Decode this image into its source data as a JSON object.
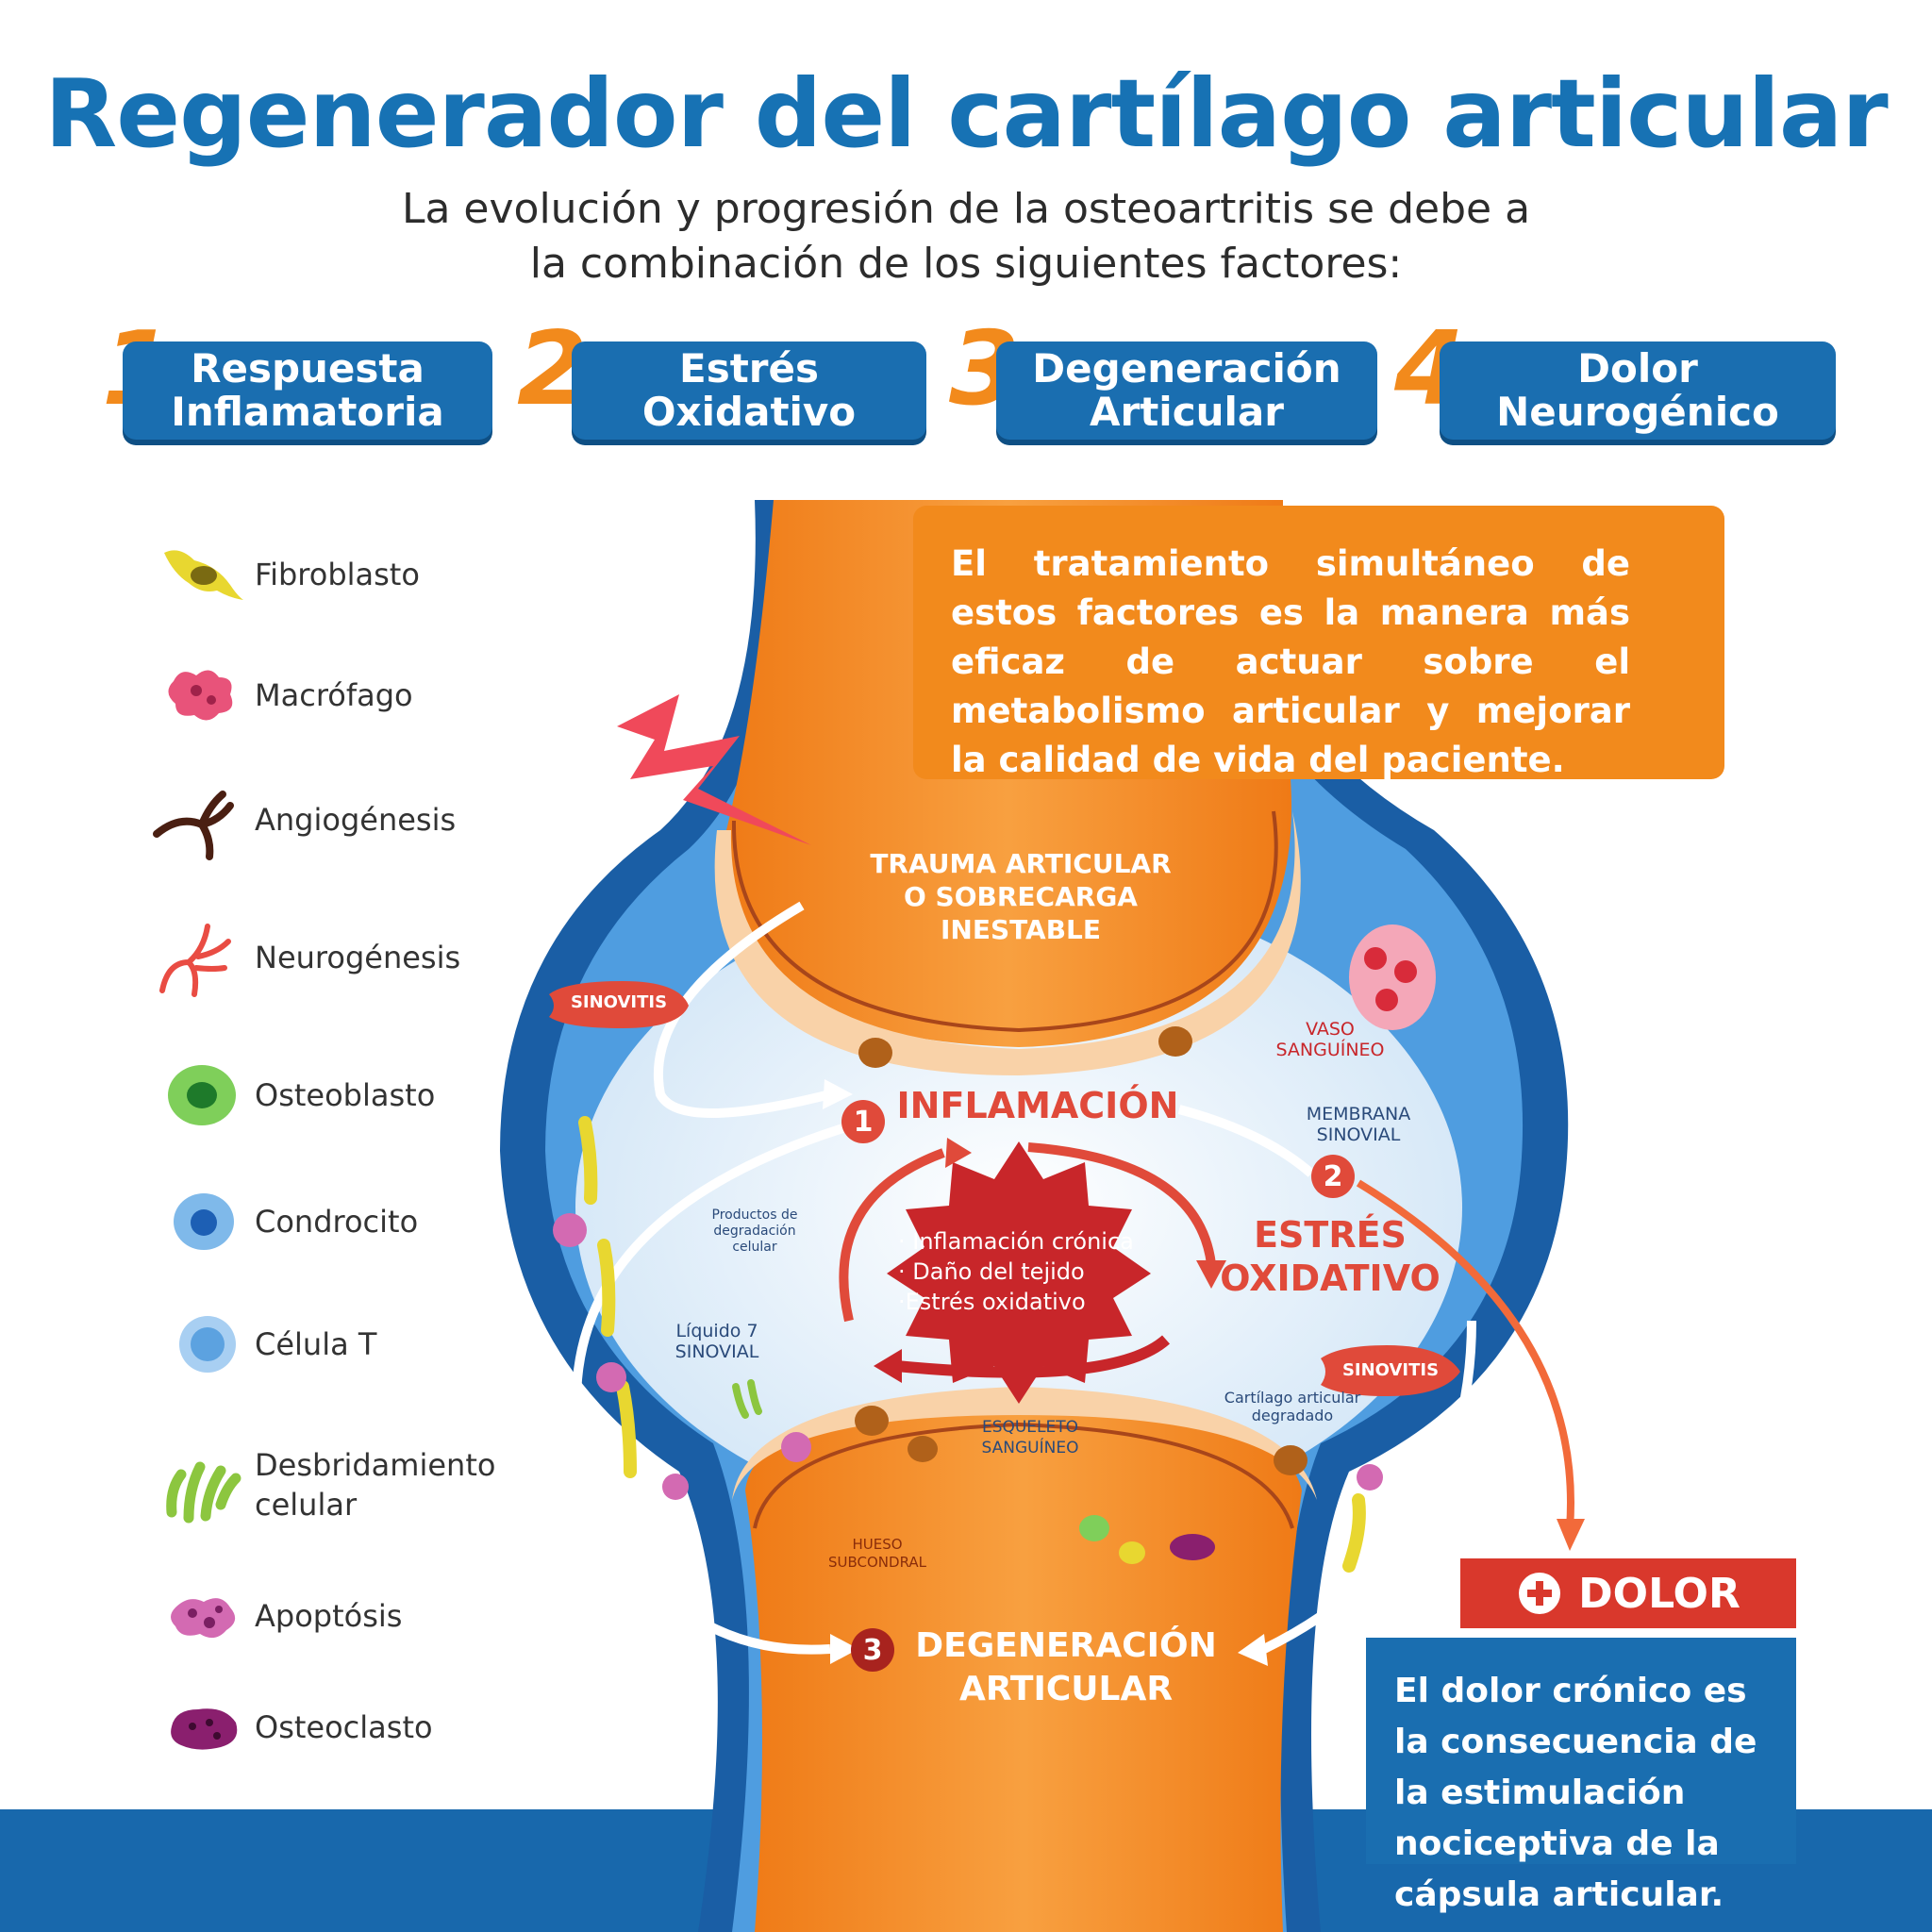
{
  "title": "Regenerador del cartílago articular",
  "subtitle": {
    "line1": "La evolución y progresión de la osteoartritis se debe a",
    "line2": "la combinación de los siguientes factores:"
  },
  "factors": [
    {
      "number": "1",
      "line1": "Respuesta",
      "line2": "Inflamatoria"
    },
    {
      "number": "2",
      "line1": "Estrés",
      "line2": "Oxidativo"
    },
    {
      "number": "3",
      "line1": "Degeneración",
      "line2": "Articular"
    },
    {
      "number": "4",
      "line1": "Dolor",
      "line2": "Neurogénico"
    }
  ],
  "legend": [
    {
      "label": "Fibroblasto",
      "icon": "fibroblast-icon",
      "color": "#e8d730"
    },
    {
      "label": "Macrófago",
      "icon": "macrophage-icon",
      "color": "#e8537a"
    },
    {
      "label": "Angiogénesis",
      "icon": "angiogenesis-icon",
      "color": "#4a1f12"
    },
    {
      "label": "Neurogénesis",
      "icon": "neurogenesis-icon",
      "color": "#e94c43"
    },
    {
      "label": "Osteoblasto",
      "icon": "osteoblast-icon",
      "color": "#3cae3c"
    },
    {
      "label": "Condrocito",
      "icon": "chondrocyte-icon",
      "color": "#2e86d8"
    },
    {
      "label": "Célula T",
      "icon": "t-cell-icon",
      "color": "#62a9e6"
    },
    {
      "label": "Desbridamiento",
      "label2": "celular",
      "icon": "debridement-icon",
      "color": "#8cc63f"
    },
    {
      "label": "Apoptósis",
      "icon": "apoptosis-icon",
      "color": "#c04a9a"
    },
    {
      "label": "Osteoclasto",
      "icon": "osteoclast-icon",
      "color": "#8a1f6e"
    }
  ],
  "treatment": {
    "text": "El tratamiento simultáneo de estos factores es la manera más eficaz de actuar sobre el metabolismo articular y mejorar la calidad de vida del paciente."
  },
  "diagram": {
    "trauma": {
      "line1": "TRAUMA ARTICULAR",
      "line2": "O SOBRECARGA",
      "line3": "INESTABLE"
    },
    "inflammation": {
      "number": "1",
      "label": "INFLAMACIÓN"
    },
    "oxidative": {
      "number": "2",
      "line1": "ESTRÉS",
      "line2": "OXIDATIVO"
    },
    "degeneration": {
      "number": "3",
      "line1": "DEGENERACIÓN",
      "line2": "ARTICULAR"
    },
    "center_items": [
      "· Inflamación crónica",
      "· Daño del tejido",
      "·Estrés oxidativo"
    ],
    "labels": {
      "synovitis_left": "SINOVITIS",
      "synovitis_right": "SINOVITIS",
      "vessel": {
        "line1": "VASO",
        "line2": "SANGUÍNEO"
      },
      "membrane": {
        "line1": "MEMBRANA",
        "line2": "SINOVIAL"
      },
      "fluid": {
        "line1": "Líquido 7",
        "line2": "SINOVIAL"
      },
      "products": {
        "line1": "Productos de",
        "line2": "degradación",
        "line3": "celular"
      },
      "cartilage": {
        "line1": "Cartílago articular",
        "line2": "degradado"
      },
      "bone_mid": {
        "line1": "ESQUELETO",
        "line2": "SANGUÍNEO"
      },
      "subchondral": {
        "line1": "HUESO",
        "line2": "SUBCONDRAL"
      }
    }
  },
  "dolor": {
    "title": "DOLOR",
    "icon": "plus-circle-icon",
    "text": "El dolor crónico es la consecuencia de la estimulación nociceptiva de la cápsula articular."
  },
  "colors": {
    "brand_blue": "#1a6eb0",
    "accent_orange": "#f28a1c",
    "alert_red": "#d9382c"
  }
}
